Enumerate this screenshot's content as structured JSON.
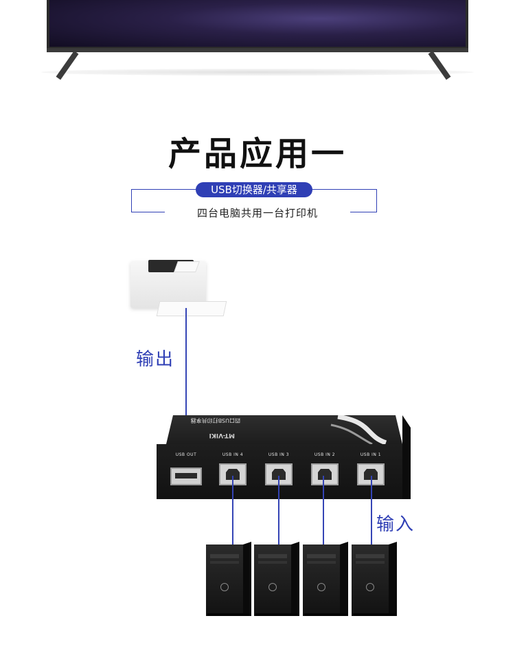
{
  "title": "产品应用一",
  "badge": "USB切换器/共享器",
  "subtitle": "四台电脑共用一台打印机",
  "output_label": "输出",
  "input_label": "输入",
  "switch": {
    "brand": "MT-VIKI",
    "model_text": "四口USB打印共享器",
    "ports": [
      {
        "label": "USB OUT",
        "type": "usb-a"
      },
      {
        "label": "USB IN 4",
        "type": "usb-b"
      },
      {
        "label": "USB IN 3",
        "type": "usb-b"
      },
      {
        "label": "USB IN 2",
        "type": "usb-b"
      },
      {
        "label": "USB IN 1",
        "type": "usb-b"
      }
    ]
  },
  "colors": {
    "accent": "#2f3fb5"
  }
}
